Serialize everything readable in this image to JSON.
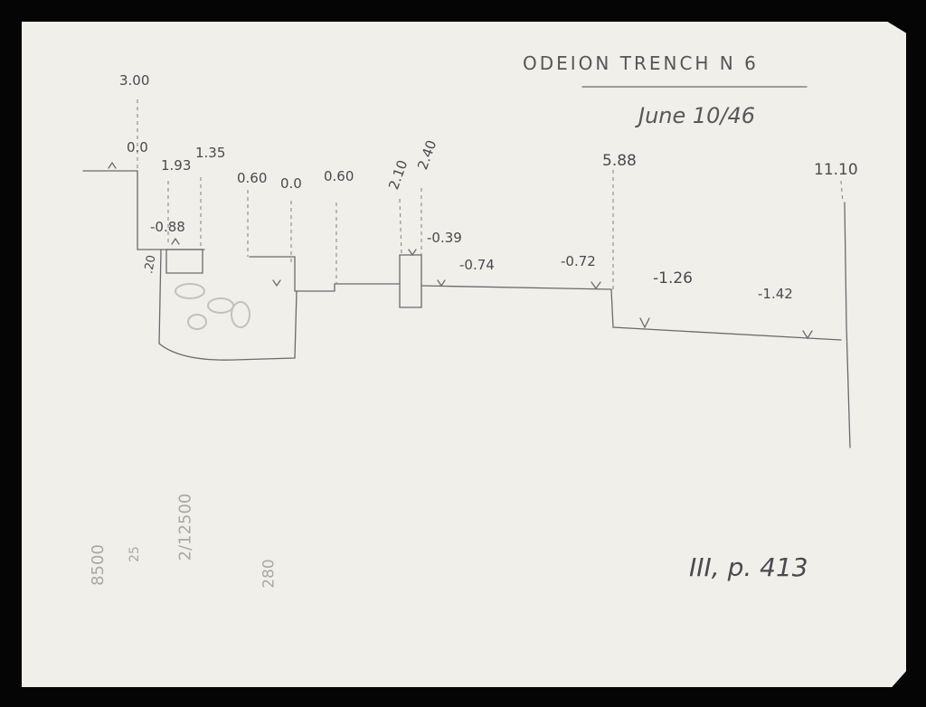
{
  "title": "ODEION TRENCH N 6",
  "date": "June 10/46",
  "reference": "III, p. 413",
  "elevations_top": [
    "3.00",
    "0.0",
    "1.93",
    "1.35",
    "0.60",
    "0.0",
    "0.60",
    "2.10",
    "2.40",
    "5.88",
    "11.10"
  ],
  "elevations_bottom": [
    "-0.88",
    ".20",
    "-0.39",
    "-0.74",
    "-0.72",
    "-1.26",
    "-1.42"
  ],
  "margin_notes": [
    "8500",
    "25",
    "2/12500",
    "280"
  ],
  "colors": {
    "background": "#050505",
    "paper": "#f1efe9",
    "pencil": "#4a4a50"
  }
}
